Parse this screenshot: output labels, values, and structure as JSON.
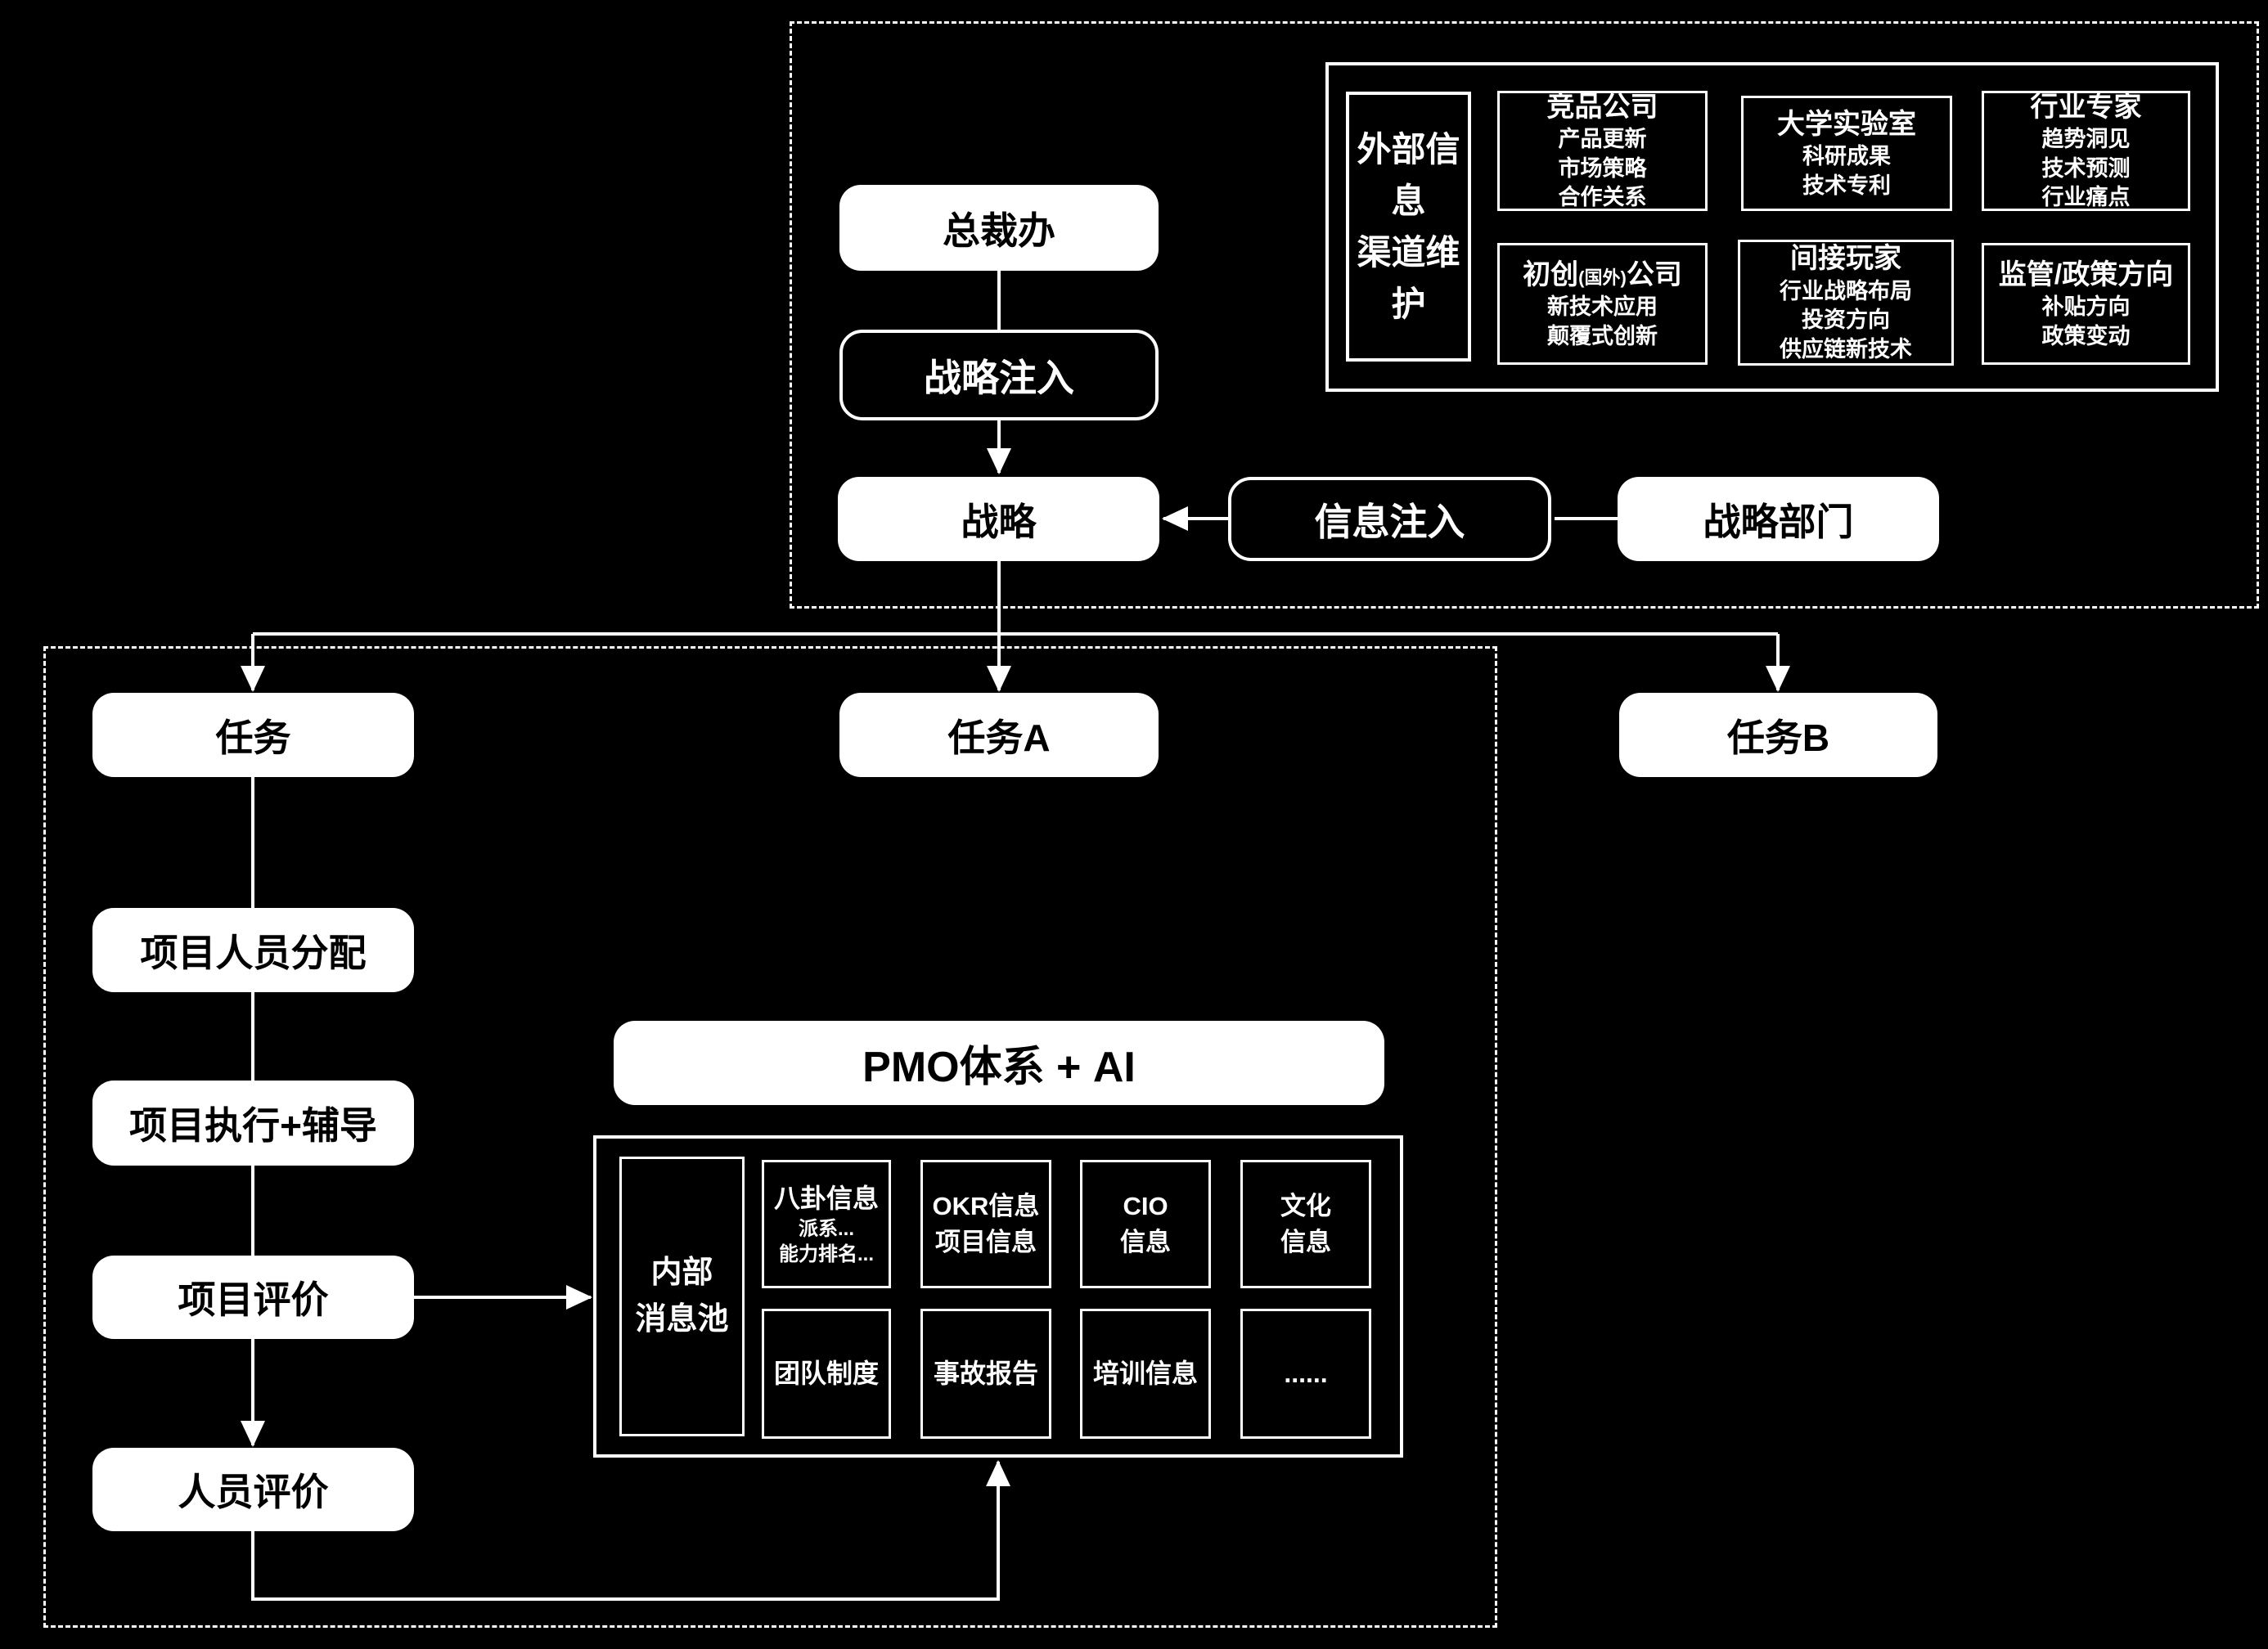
{
  "colors": {
    "background": "#000000",
    "node_fill": "#ffffff",
    "node_text": "#000000",
    "inverse_node_fill": "#000000",
    "inverse_node_text": "#ffffff",
    "line": "#ffffff"
  },
  "upper_region": {
    "nodes": {
      "ceo_office": "总裁办",
      "strategy_injection": "战略注入",
      "strategy": "战略",
      "info_injection": "信息注入",
      "strategy_dept": "战略部门"
    },
    "external_panel": {
      "side_label_lines": [
        "外部信息",
        "渠道维护"
      ],
      "cards": [
        {
          "title": "竞品公司",
          "items": [
            "产品更新",
            "市场策略",
            "合作关系"
          ]
        },
        {
          "title": "大学实验室",
          "items": [
            "科研成果",
            "技术专利"
          ]
        },
        {
          "title": "行业专家",
          "items": [
            "趋势洞见",
            "技术预测",
            "行业痛点"
          ]
        },
        {
          "title_prefix": "初创",
          "title_small": "(国外)",
          "title_suffix": "公司",
          "items": [
            "新技术应用",
            "颠覆式创新"
          ]
        },
        {
          "title": "间接玩家",
          "items": [
            "行业战略布局",
            "投资方向",
            "供应链新技术"
          ]
        },
        {
          "title": "监管/政策方向",
          "items": [
            "补贴方向",
            "政策变动"
          ]
        }
      ]
    }
  },
  "lower_region": {
    "nodes": {
      "task": "任务",
      "task_a": "任务A",
      "task_b": "任务B",
      "staffing": "项目人员分配",
      "execution": "项目执行+辅导",
      "project_eval": "项目评价",
      "personnel_eval": "人员评价",
      "pmo": "PMO体系 + AI"
    },
    "message_pool": {
      "side_label_lines": [
        "内部",
        "消息池"
      ],
      "row1": [
        {
          "title": "八卦信息",
          "items": [
            "派系...",
            "能力排名..."
          ]
        },
        {
          "lines": [
            "OKR信息",
            "项目信息"
          ]
        },
        {
          "lines": [
            "CIO",
            "信息"
          ]
        },
        {
          "lines": [
            "文化",
            "信息"
          ]
        }
      ],
      "row2": [
        "团队制度",
        "事故报告",
        "培训信息",
        "......"
      ]
    }
  }
}
